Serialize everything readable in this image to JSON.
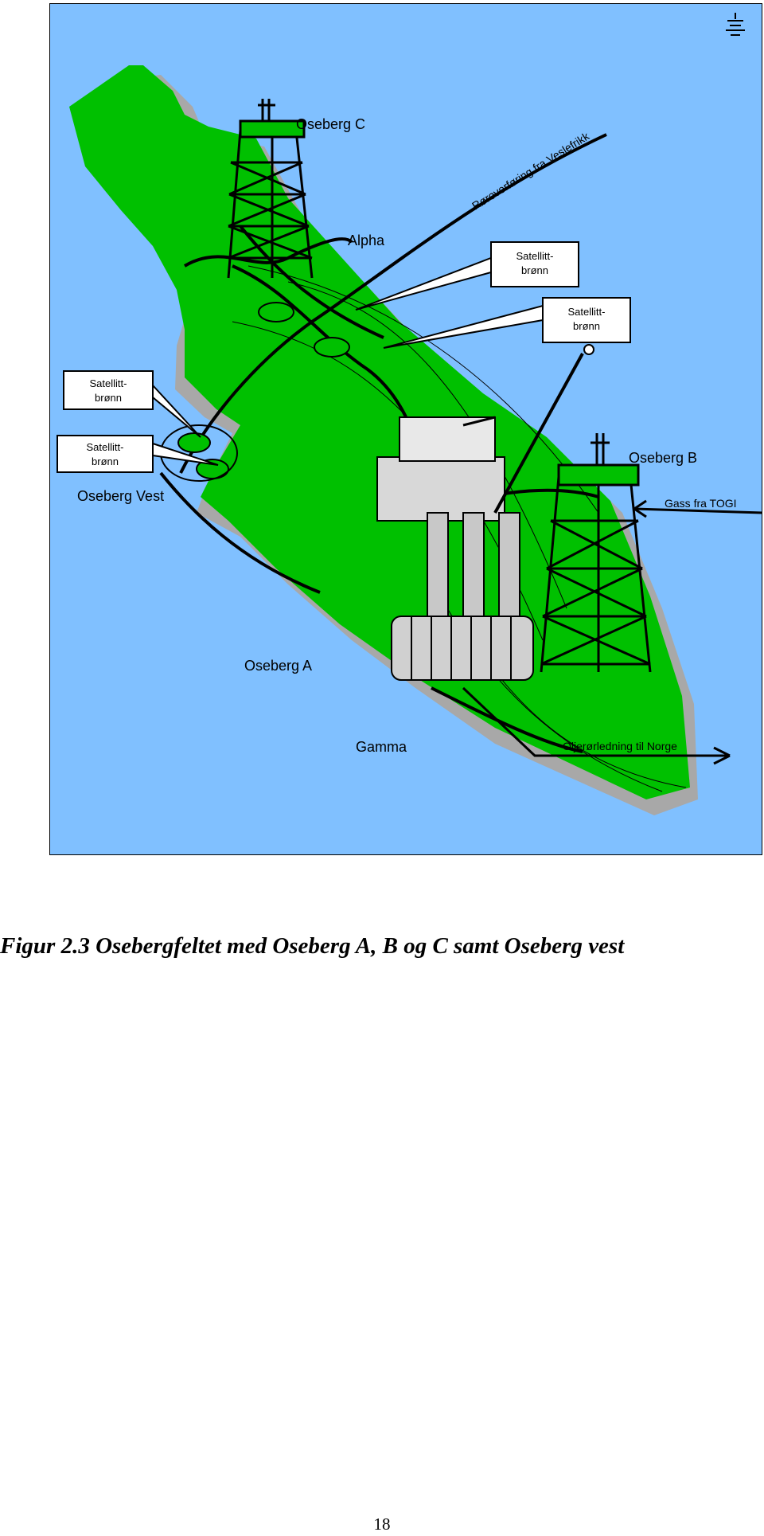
{
  "figure": {
    "labels": {
      "oseberg_c": "Oseberg C",
      "alpha": "Alpha",
      "oseberg_b": "Oseberg B",
      "oseberg_vest": "Oseberg Vest",
      "oseberg_a": "Oseberg A",
      "gamma": "Gamma",
      "pipe_top": "Røroverføring fra Veslefrikk",
      "gas_pipe": "Gass fra TOGI",
      "oil_pipe": "Oljerørledning til Norge"
    },
    "satellite_boxes": [
      {
        "line1": "Satellitt-",
        "line2": "brønn"
      },
      {
        "line1": "Satellitt-",
        "line2": "brønn"
      },
      {
        "line1": "Satellitt-",
        "line2": "brønn"
      },
      {
        "line1": "Satellitt-",
        "line2": "brønn"
      }
    ],
    "colors": {
      "sea": "#80c0ff",
      "field": "#00c000",
      "shadow": "#a8a8a8",
      "structure": "#000000"
    }
  },
  "caption": "Figur 2.3 Osebergfeltet med Oseberg A, B og C samt Oseberg vest",
  "page_number": "18"
}
